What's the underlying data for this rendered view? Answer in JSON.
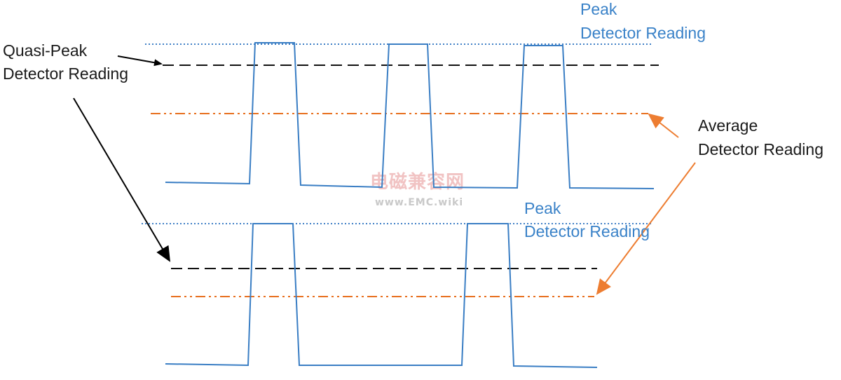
{
  "labels": {
    "quasi_peak_line1": "Quasi-Peak",
    "quasi_peak_line2": "Detector Reading",
    "peak_top_line1": "Peak",
    "peak_top_line2": "Detector Reading",
    "average_line1": "Average",
    "average_line2": "Detector Reading",
    "peak_bottom_line1": "Peak",
    "peak_bottom_line2": "Detector Reading"
  },
  "watermark": {
    "chinese": "电磁兼容网",
    "url": "www.EMC.wiki"
  },
  "colors": {
    "signal": "#3a7ec4",
    "peak_line": "#3f7fc6",
    "quasi_peak_line": "#111111",
    "average_line": "#e8701f",
    "label_blue": "#3a82c8",
    "label_black": "#1a1a1a",
    "arrow_black": "#000000",
    "arrow_orange": "#ed7d31"
  }
}
